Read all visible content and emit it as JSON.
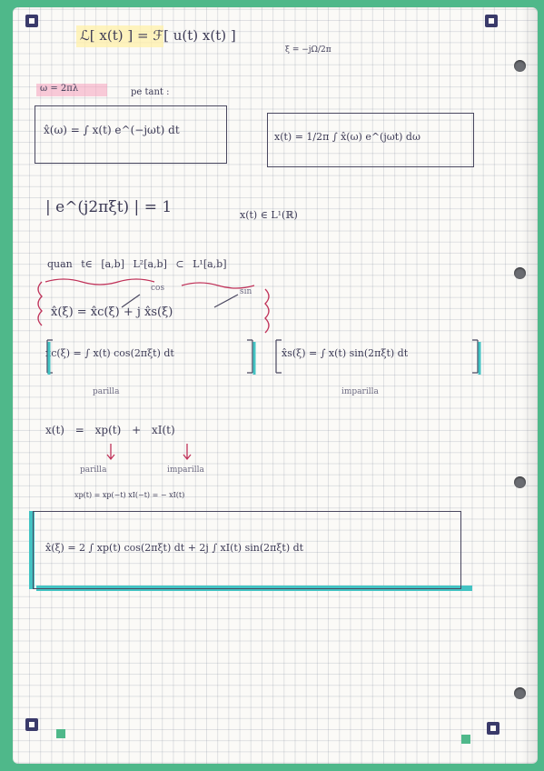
{
  "page": {
    "title_formula": "ℒ[ x(t) ] = ℱ[ u(t) x(t) ]",
    "title_sub": "ξ = −jΩ/2π",
    "omega_def": "ω = 2πλ",
    "per_tanto": "pe tant :",
    "fourier_transform": "x̂(ω) = ∫ x(t) e^(−jωt) dt",
    "inverse_transform": "x(t) = 1/2π ∫ x̂(ω) e^(jωt) dω",
    "modulus": "| e^(j2πξt) | = 1",
    "l1_membership": "x(t) ∈ L¹(ℝ)",
    "l_spaces": "quan t∈ [a,b]   L²[a,b]  ⊂  L¹[a,b]",
    "cos_label": "cos",
    "sin_label": "sin",
    "decomposition": "x̂(ξ) = x̂c(ξ) + j x̂s(ξ)",
    "cos_transform": "x̂c(ξ) = ∫ x(t) cos(2πξt) dt",
    "sin_transform": "x̂s(ξ) = ∫ x(t) sin(2πξt) dt",
    "pari_label": "parilla",
    "dispari_label": "imparilla",
    "split": "x(t) = xp(t) + xI(t)",
    "pari_label2": "parilla",
    "dispari_label2": "imparilla",
    "parity_rules": "xp(t) = xp(−t)     xI(−t) = − xI(t)",
    "final_formula": "x̂(ξ) = 2 ∫ xp(t) cos(2πξt) dt  +  2j ∫ xI(t) sin(2πξt) dt"
  }
}
